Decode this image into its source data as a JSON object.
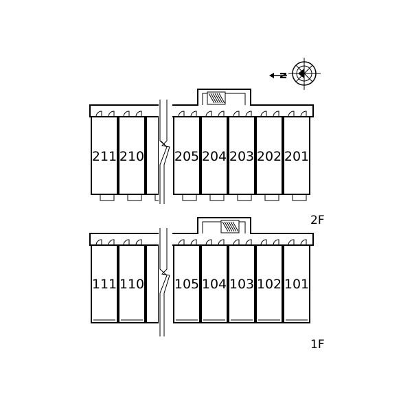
{
  "compass": {
    "north_letter": "N",
    "icon": "compass-rose-icon"
  },
  "floors": [
    {
      "label": "2F",
      "units": [
        "211",
        "210",
        "205",
        "204",
        "203",
        "202",
        "201"
      ]
    },
    {
      "label": "1F",
      "units": [
        "111",
        "110",
        "105",
        "104",
        "103",
        "102",
        "101"
      ]
    }
  ]
}
